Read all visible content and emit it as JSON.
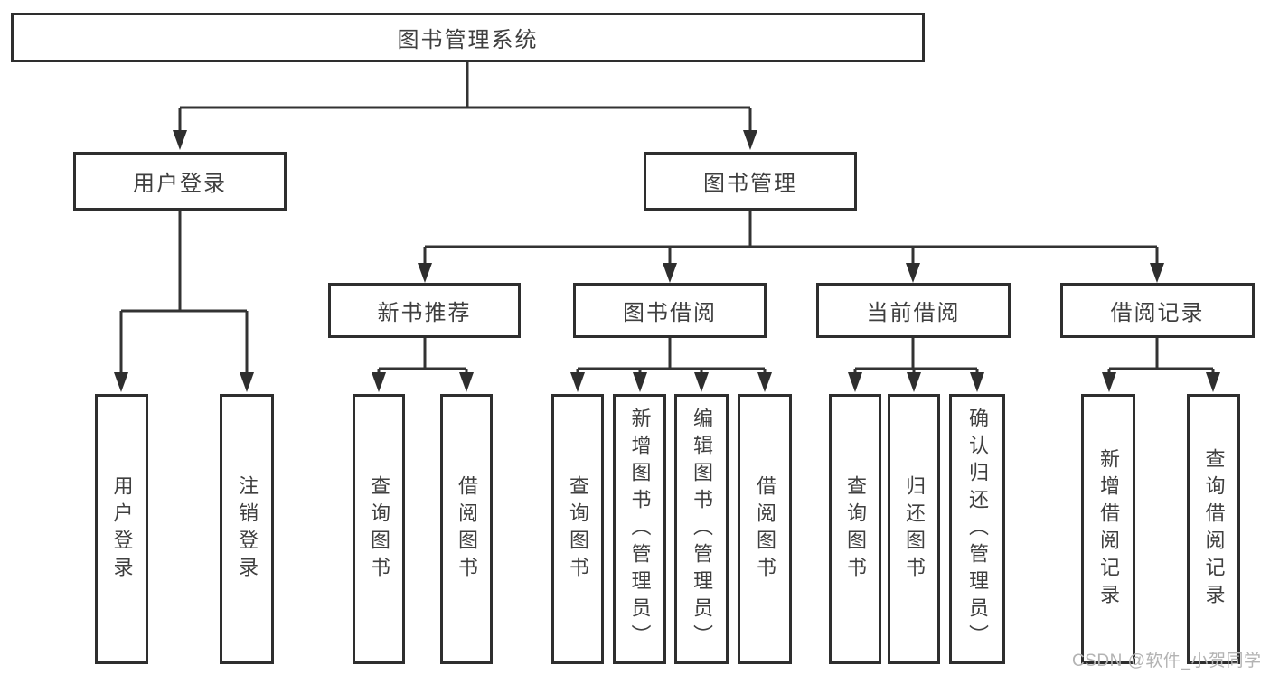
{
  "tree": {
    "root": {
      "label": "图书管理系统"
    },
    "level2": [
      {
        "label": "用户登录",
        "children": [
          {
            "label": "用户登录"
          },
          {
            "label": "注销登录"
          }
        ]
      },
      {
        "label": "图书管理",
        "children": [
          {
            "label": "新书推荐",
            "children": [
              {
                "label": "查询图书"
              },
              {
                "label": "借阅图书"
              }
            ]
          },
          {
            "label": "图书借阅",
            "children": [
              {
                "label": "查询图书"
              },
              {
                "label": "新增图书（管理员）"
              },
              {
                "label": "编辑图书（管理员）"
              },
              {
                "label": "借阅图书"
              }
            ]
          },
          {
            "label": "当前借阅",
            "children": [
              {
                "label": "查询图书"
              },
              {
                "label": "归还图书"
              },
              {
                "label": "确认归还（管理员）"
              }
            ]
          },
          {
            "label": "借阅记录",
            "children": [
              {
                "label": "新增借阅记录"
              },
              {
                "label": "查询借阅记录"
              }
            ]
          }
        ]
      }
    ]
  },
  "watermark": {
    "text": "CSDN @软件_小贺同学"
  },
  "colors": {
    "line": "#333333",
    "box_border": "#2e2e2e",
    "text": "#3f3f3f",
    "watermark": "#b3b3b3",
    "background": "#ffffff"
  }
}
